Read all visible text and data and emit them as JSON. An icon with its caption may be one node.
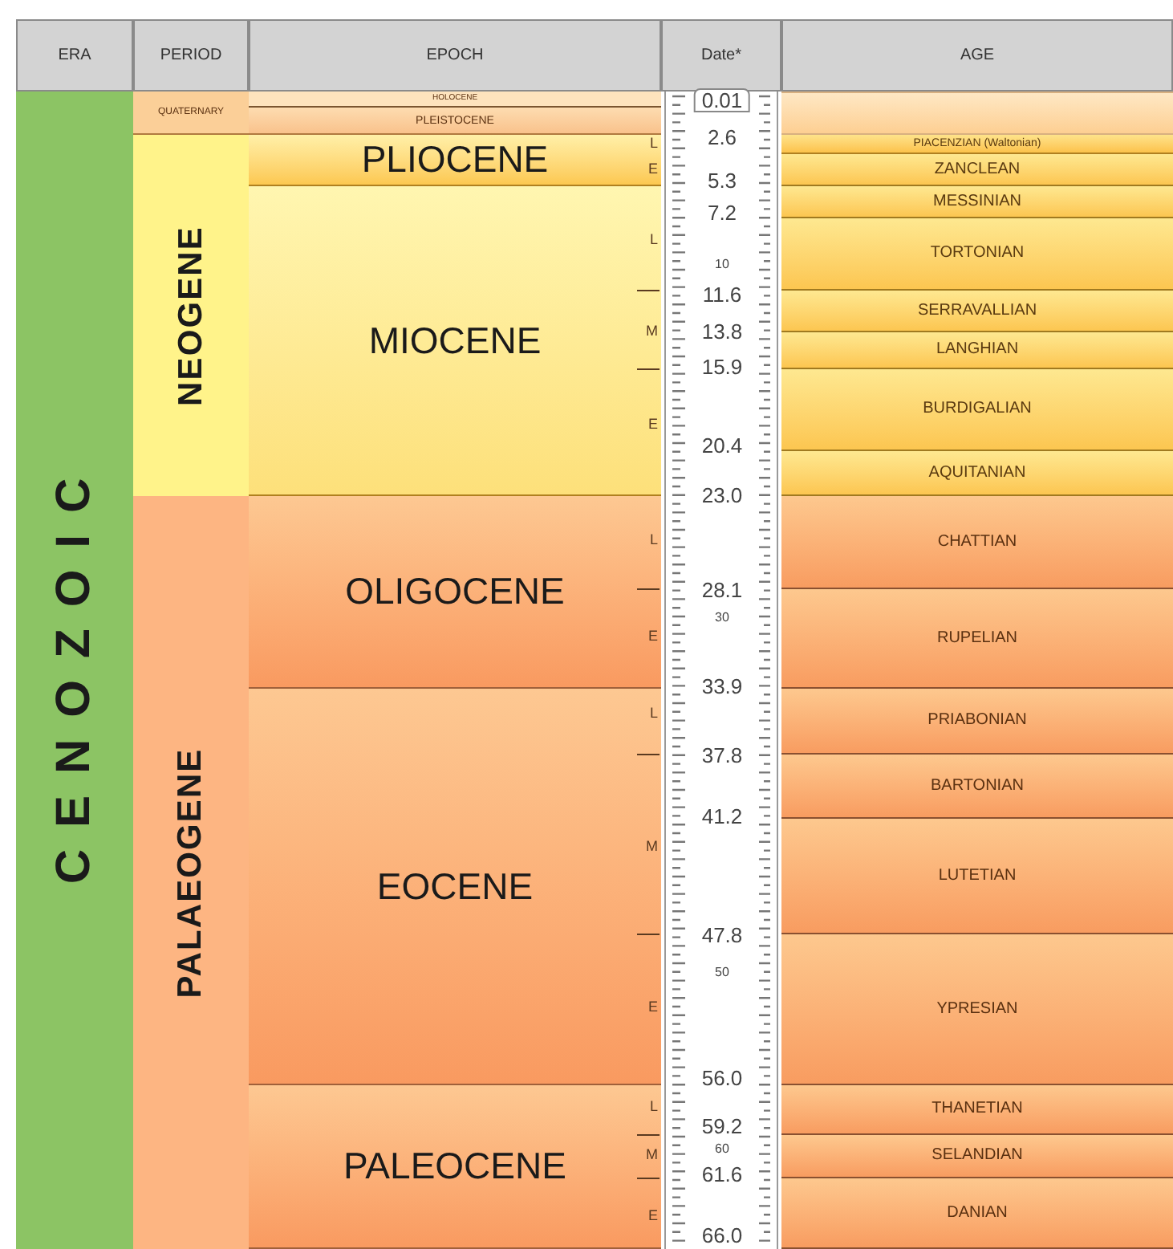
{
  "diagram": {
    "nodes": [
      {
        "text": [
          "ERA"
        ]
      },
      {
        "text": [
          "PERIOD"
        ]
      },
      {
        "text": [
          "EPOCH"
        ]
      },
      {
        "text": [
          "Date*"
        ]
      },
      {
        "text": [
          "AGE"
        ]
      },
      {
        "text": [
          "CENOZOIC"
        ]
      },
      {
        "text": [
          "QUATERNARY"
        ]
      },
      {
        "text": [
          "NEOGENE"
        ]
      },
      {
        "text": [
          "PALAEOGENE"
        ]
      },
      {
        "text": [
          "HOLOCENE"
        ]
      },
      {
        "text": [
          "PLEISTOCENE"
        ]
      },
      {
        "text": [
          "PLIOCENE"
        ]
      },
      {
        "text": [
          "MIOCENE"
        ]
      },
      {
        "text": [
          "OLIGOCENE"
        ]
      },
      {
        "text": [
          "EOCENE"
        ]
      },
      {
        "text": [
          "PALEOCENE"
        ]
      },
      {
        "text": [],
        "shape": "box"
      },
      {
        "text": [
          "PIACENZIAN (Waltonian)"
        ]
      },
      {
        "text": [
          "ZANCLEAN"
        ]
      },
      {
        "text": [
          "MESSINIAN"
        ]
      },
      {
        "text": [
          "TORTONIAN"
        ]
      },
      {
        "text": [
          "SERRAVALLIAN"
        ]
      },
      {
        "text": [
          "LANGHIAN"
        ]
      },
      {
        "text": [
          "BURDIGALIAN"
        ]
      },
      {
        "text": [
          "AQUITANIAN"
        ]
      },
      {
        "text": [
          "CHATTIAN"
        ]
      },
      {
        "text": [
          "RUPELIAN"
        ]
      },
      {
        "text": [
          "PRIABONIAN"
        ]
      },
      {
        "text": [
          "BARTONIAN"
        ]
      },
      {
        "text": [
          "LUTETIAN"
        ]
      },
      {
        "text": [
          "YPRESIAN"
        ]
      },
      {
        "text": [
          "THANETIAN"
        ]
      },
      {
        "text": [
          "SELANDIAN"
        ]
      },
      {
        "text": [
          "DANIAN"
        ]
      }
    ],
    "labels": [
      "0.01",
      "2.6",
      "5.3",
      "7.2",
      "10",
      "11.6",
      "13.8",
      "15.9",
      "20.4",
      "23.0",
      "28.1",
      "30",
      "33.9",
      "37.8",
      "41.2",
      "47.8",
      "50",
      "56.0",
      "59.2",
      "60",
      "61.6",
      "66.0",
      "L",
      "E",
      "L",
      "M",
      "E",
      "L",
      "E",
      "L",
      "M",
      "E",
      "L",
      "M",
      "E"
    ]
  }
}
